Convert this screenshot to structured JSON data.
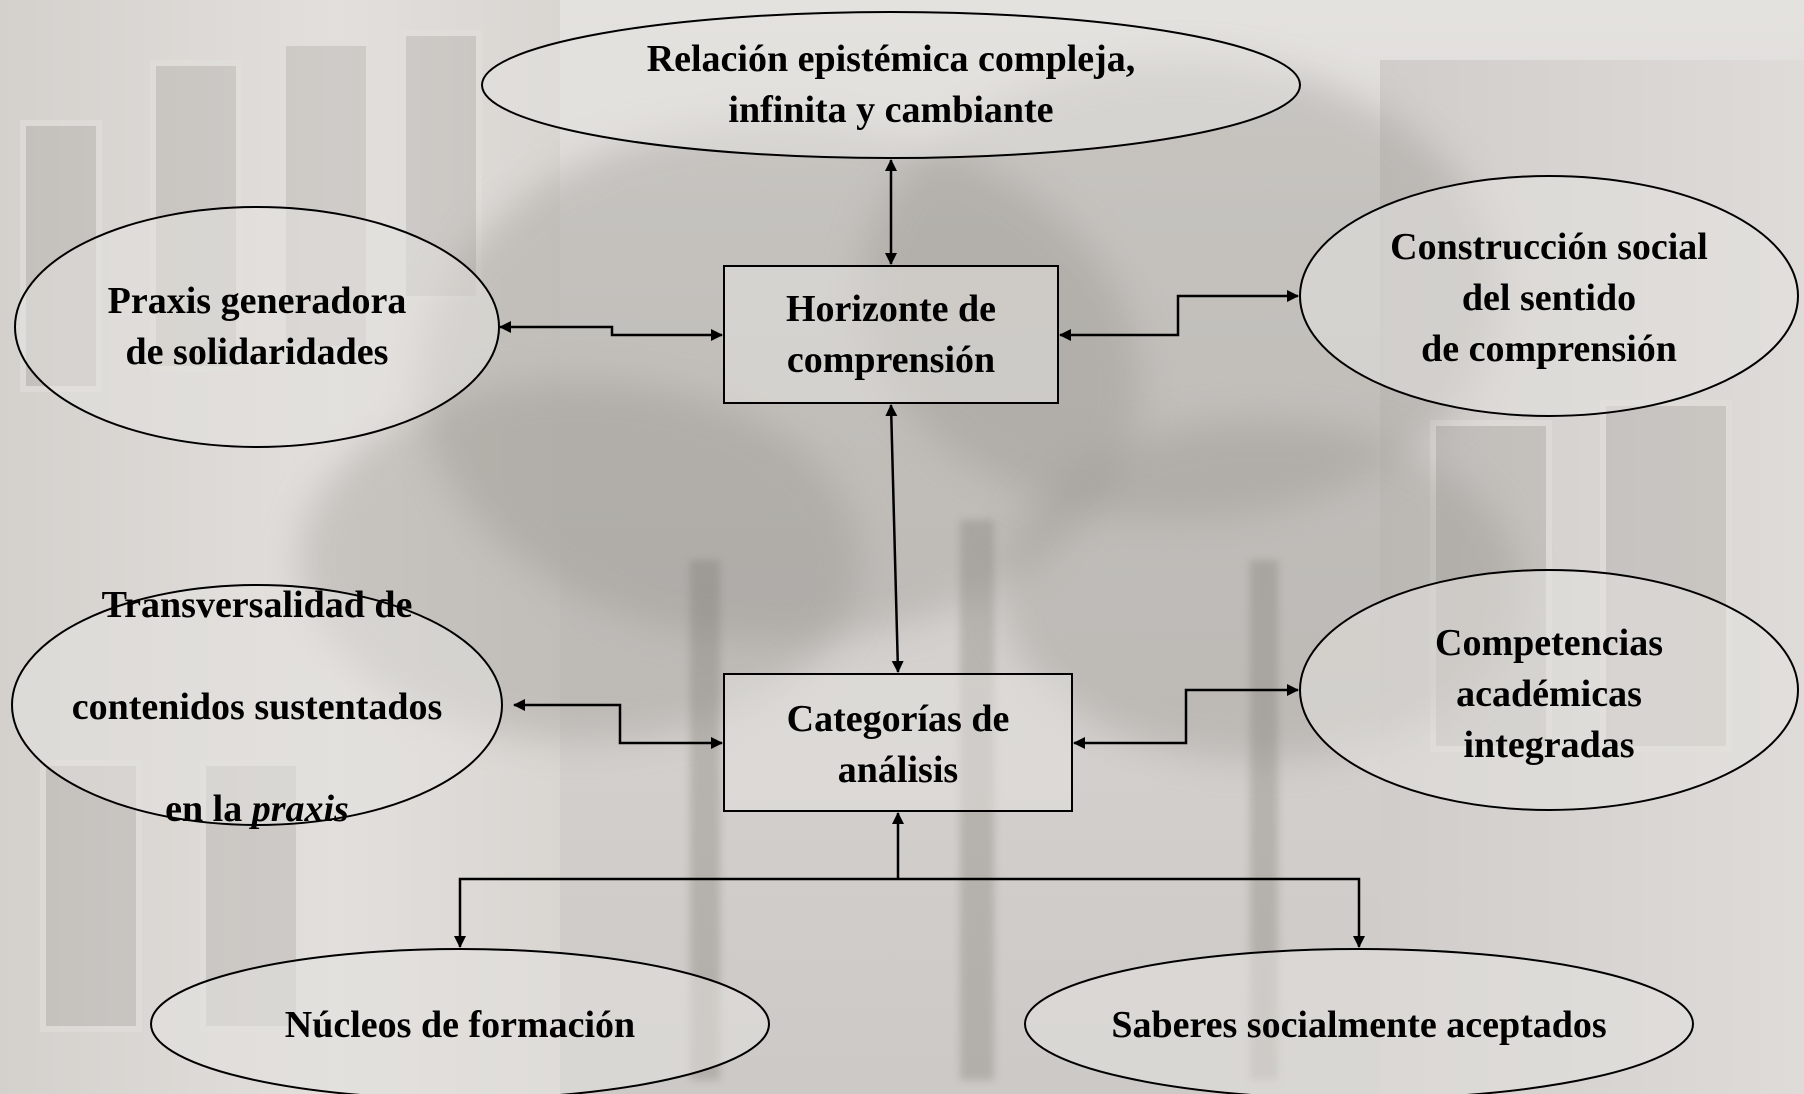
{
  "nodes": {
    "horizonte": "Horizonte de\ncomprensión",
    "categorias": "Categorías de\nanálisis",
    "relacion": "Relación epistémica compleja,\ninfinita y cambiante",
    "praxis": "Praxis generadora\nde solidaridades",
    "construccion": "Construcción social\ndel sentido\nde comprensión",
    "transversalidad_l1": "Transversalidad de",
    "transversalidad_l2": "contenidos sustentados",
    "transversalidad_l3a": "en la ",
    "transversalidad_l3b": "praxis",
    "competencias": "Competencias\nacadémicas\nintegradas",
    "nucleos": "Núcleos de formación",
    "saberes": "Saberes socialmente aceptados"
  },
  "colors": {
    "line": "#000000",
    "node_fill": "rgba(228,226,223,0.55)"
  }
}
